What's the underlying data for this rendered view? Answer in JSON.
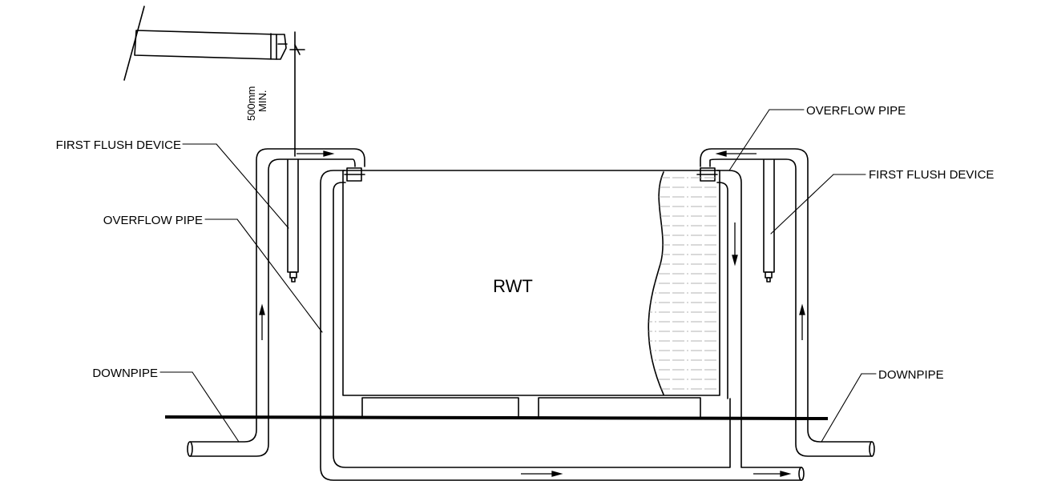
{
  "labels": {
    "dimension_value": "500mm",
    "dimension_note": "MIN.",
    "first_flush_left": "FIRST FLUSH DEVICE",
    "overflow_left": "OVERFLOW PIPE",
    "downpipe_left": "DOWNPIPE",
    "tank": "RWT",
    "overflow_right": "OVERFLOW PIPE",
    "first_flush_right": "FIRST FLUSH DEVICE",
    "downpipe_right": "DOWNPIPE"
  }
}
